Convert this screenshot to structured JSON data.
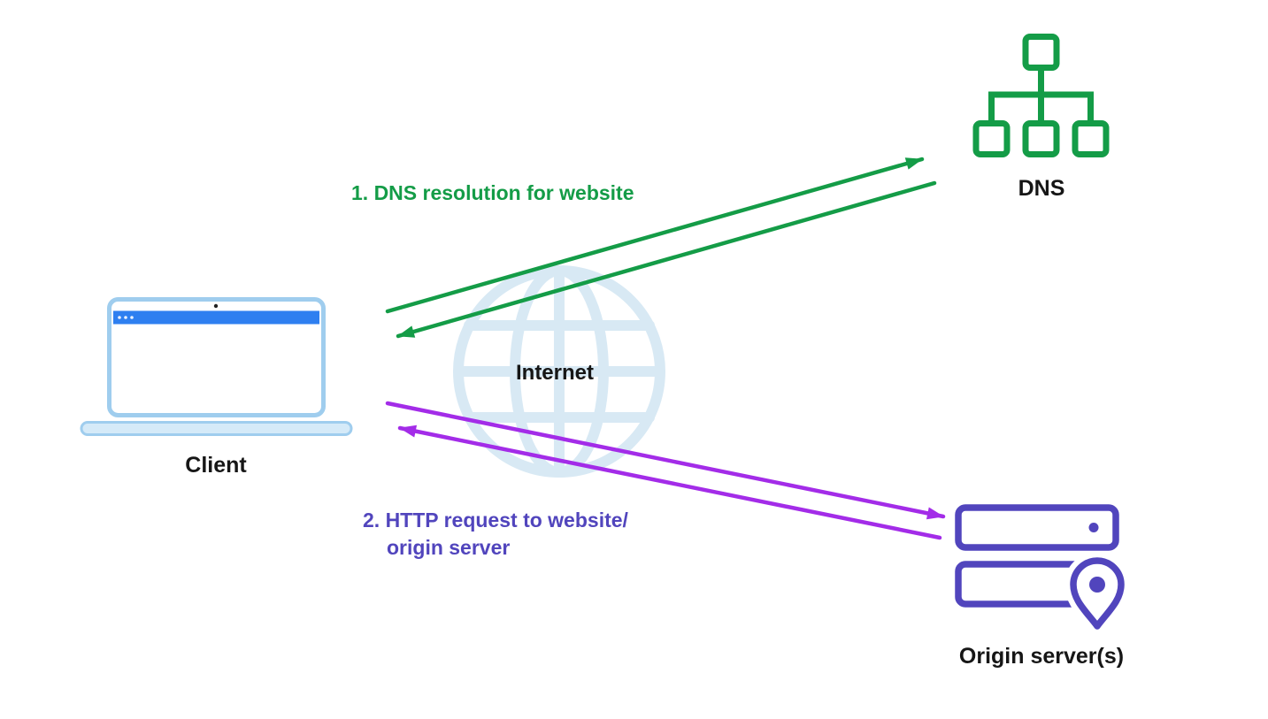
{
  "nodes": {
    "client": {
      "label": "Client"
    },
    "dns": {
      "label": "DNS"
    },
    "internet": {
      "label": "Internet"
    },
    "origin": {
      "label": "Origin server(s)"
    }
  },
  "flows": {
    "dns_resolution": {
      "label": "1. DNS resolution for website"
    },
    "http_request": {
      "line1": "2. HTTP request to website/",
      "line2": "origin server"
    }
  },
  "icons": {
    "client": "laptop-icon",
    "dns": "sitemap-tree-icon",
    "internet": "globe-icon",
    "origin": "server-rack-with-location-pin-icon"
  },
  "colors": {
    "green": "#149c47",
    "purple": "#a32ce8",
    "indigo": "#5145bd",
    "globe": "#d8e9f4",
    "laptop_border": "#9fcdee",
    "laptop_fill": "#d5eaf8",
    "laptop_bar": "#2e7ff0",
    "text": "#161616",
    "background": "#ffffff"
  }
}
